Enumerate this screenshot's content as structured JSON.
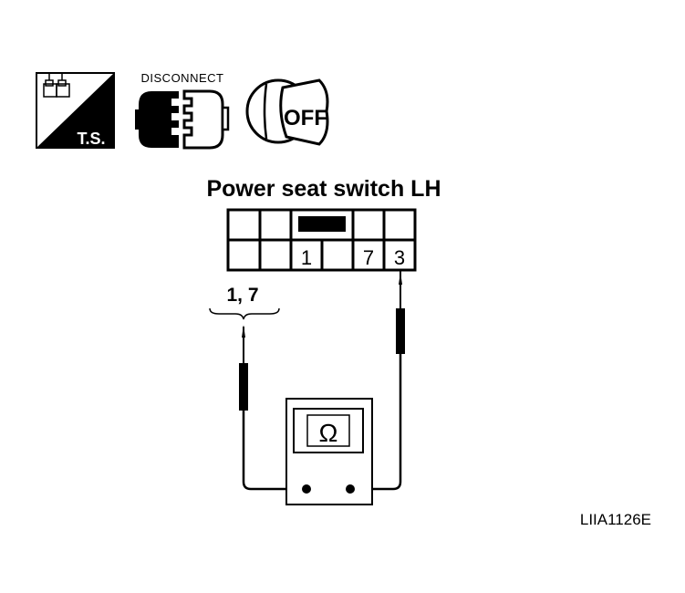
{
  "icons": {
    "ts_label": "T.S.",
    "disconnect_label": "DISCONNECT",
    "off_label": "OFF"
  },
  "title": "Power seat switch LH",
  "connector": {
    "top_row": [
      "",
      "",
      "",
      "",
      "",
      ""
    ],
    "bottom_row": [
      "",
      "",
      "1",
      "",
      "7",
      "3"
    ]
  },
  "probe_left_label": "1, 7",
  "meter_symbol": "Ω",
  "figure_code": "LIIA1126E",
  "colors": {
    "ink": "#000000",
    "paper": "#ffffff"
  }
}
